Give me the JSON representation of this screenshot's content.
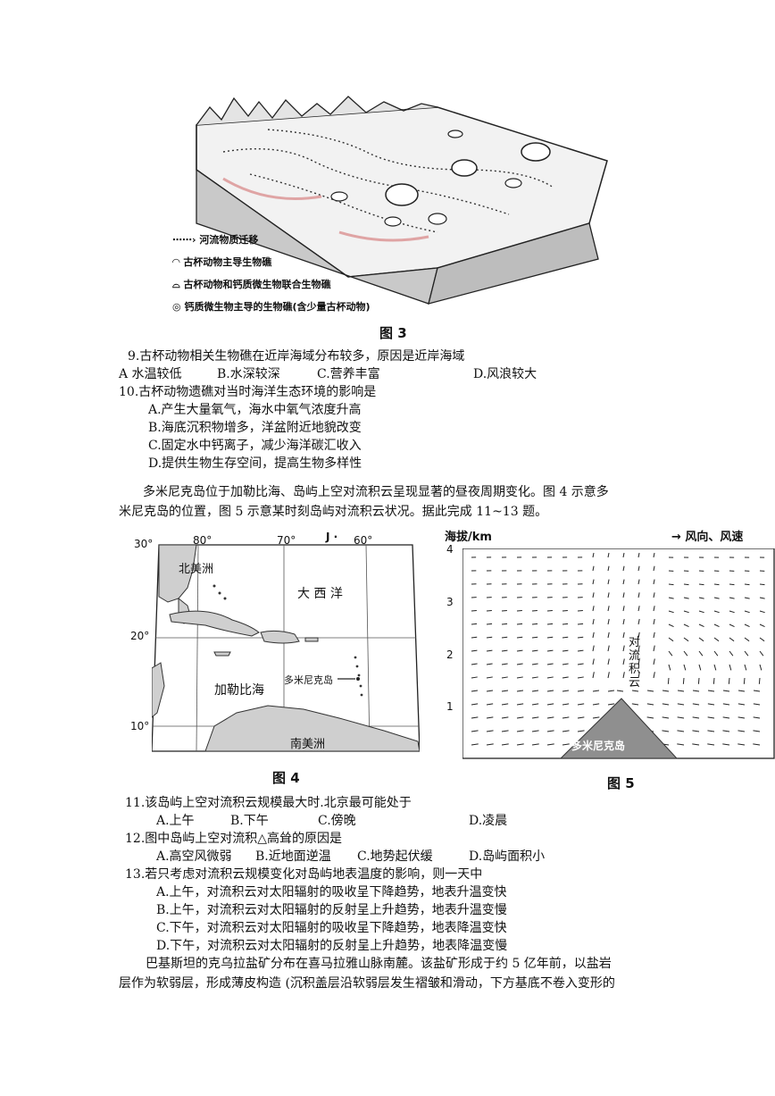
{
  "fig3": {
    "legend": [
      {
        "icon": "dotted-arrow-icon",
        "label": "河流物质迁移"
      },
      {
        "icon": "archaeocyathid-reef-icon",
        "label": "古杯动物主导生物礁"
      },
      {
        "icon": "joint-reef-icon",
        "label": "古杯动物和钙质微生物联合生物礁"
      },
      {
        "icon": "microbial-reef-icon",
        "label": "钙质微生物主导的生物礁(含少量古杯动物)"
      }
    ],
    "caption": "图 3"
  },
  "q9": {
    "stem": "9.古杯动物相关生物礁在近岸海域分布较多，原因是近岸海域",
    "options": [
      "A 水温较低",
      "B.水深较深",
      "C.营养丰富",
      "D.风浪较大"
    ]
  },
  "q10": {
    "stem": "10.古杯动物遗礁对当时海洋生态环境的影响是",
    "options": [
      "A.产生大量氧气，海水中氧气浓度升高",
      "B.海底沉积物增多，洋盆附近地貌改变",
      "C.固定水中钙离子，减少海洋碳汇收入",
      "D.提供生物生存空间，提高生物多样性"
    ]
  },
  "intro2": {
    "line1": "多米尼克岛位于加勒比海、岛屿上空对流积云呈现显著的昼夜周期变化。图 4 示意多",
    "line2": "米尼克岛的位置，图 5 示意某时刻岛屿对流积云状况。据此完成 11~13 题。"
  },
  "fig4": {
    "lon_labels": [
      "80°",
      "70°",
      "60°"
    ],
    "lat_labels": [
      "30°",
      "20°",
      "10°"
    ],
    "north_america": "北美洲",
    "atlantic": "大 西 洋",
    "caribbean": "加勒比海",
    "dominica": "多米尼克岛",
    "south_america": "南美洲",
    "mark": "J ·",
    "caption": "图 4"
  },
  "fig5": {
    "yaxis_title": "海拔/km",
    "legend": "→ 风向、风速",
    "yticks": [
      "4",
      "3",
      "2",
      "1"
    ],
    "cloud": "对流积云",
    "island": "多米尼克岛",
    "caption": "图 5"
  },
  "q11": {
    "stem": "11.该岛屿上空对流积云规模最大时.北京最可能处于",
    "options": [
      "A.上午",
      "B.下午",
      "C.傍晚",
      "D.凌晨"
    ]
  },
  "q12": {
    "stem": "12.图中岛屿上空对流积△高耸的原因是",
    "options": [
      "A.高空风微弱",
      "B.近地面逆温",
      "C.地势起伏缓",
      "D.岛屿面积小"
    ]
  },
  "q13": {
    "stem": "13.若只考虑对流积云规模变化对岛屿地表温度的影响，则一天中",
    "options": [
      "A.上午，对流积云对太阳辐射的吸收呈下降趋势，地表升温变快",
      "B.上午，对流积云对太阳辐射的反射呈上升趋势，地表升温变慢",
      "C.下午，对流积云对太阳辐射的吸收呈下降趋势，地表降温变快",
      "D.下午，对流积云对太阳辐射的反射呈上升趋势，地表降温变慢"
    ]
  },
  "intro3": {
    "line1": "巴基斯坦的克乌拉盐矿分布在喜马拉雅山脉南麓。该盐矿形成于约 5 亿年前，以盐岩",
    "line2": "层作为软弱层，形成薄皮构造 (沉积盖层沿软弱层发生褶皱和滑动，下方基底不卷入变形的"
  }
}
